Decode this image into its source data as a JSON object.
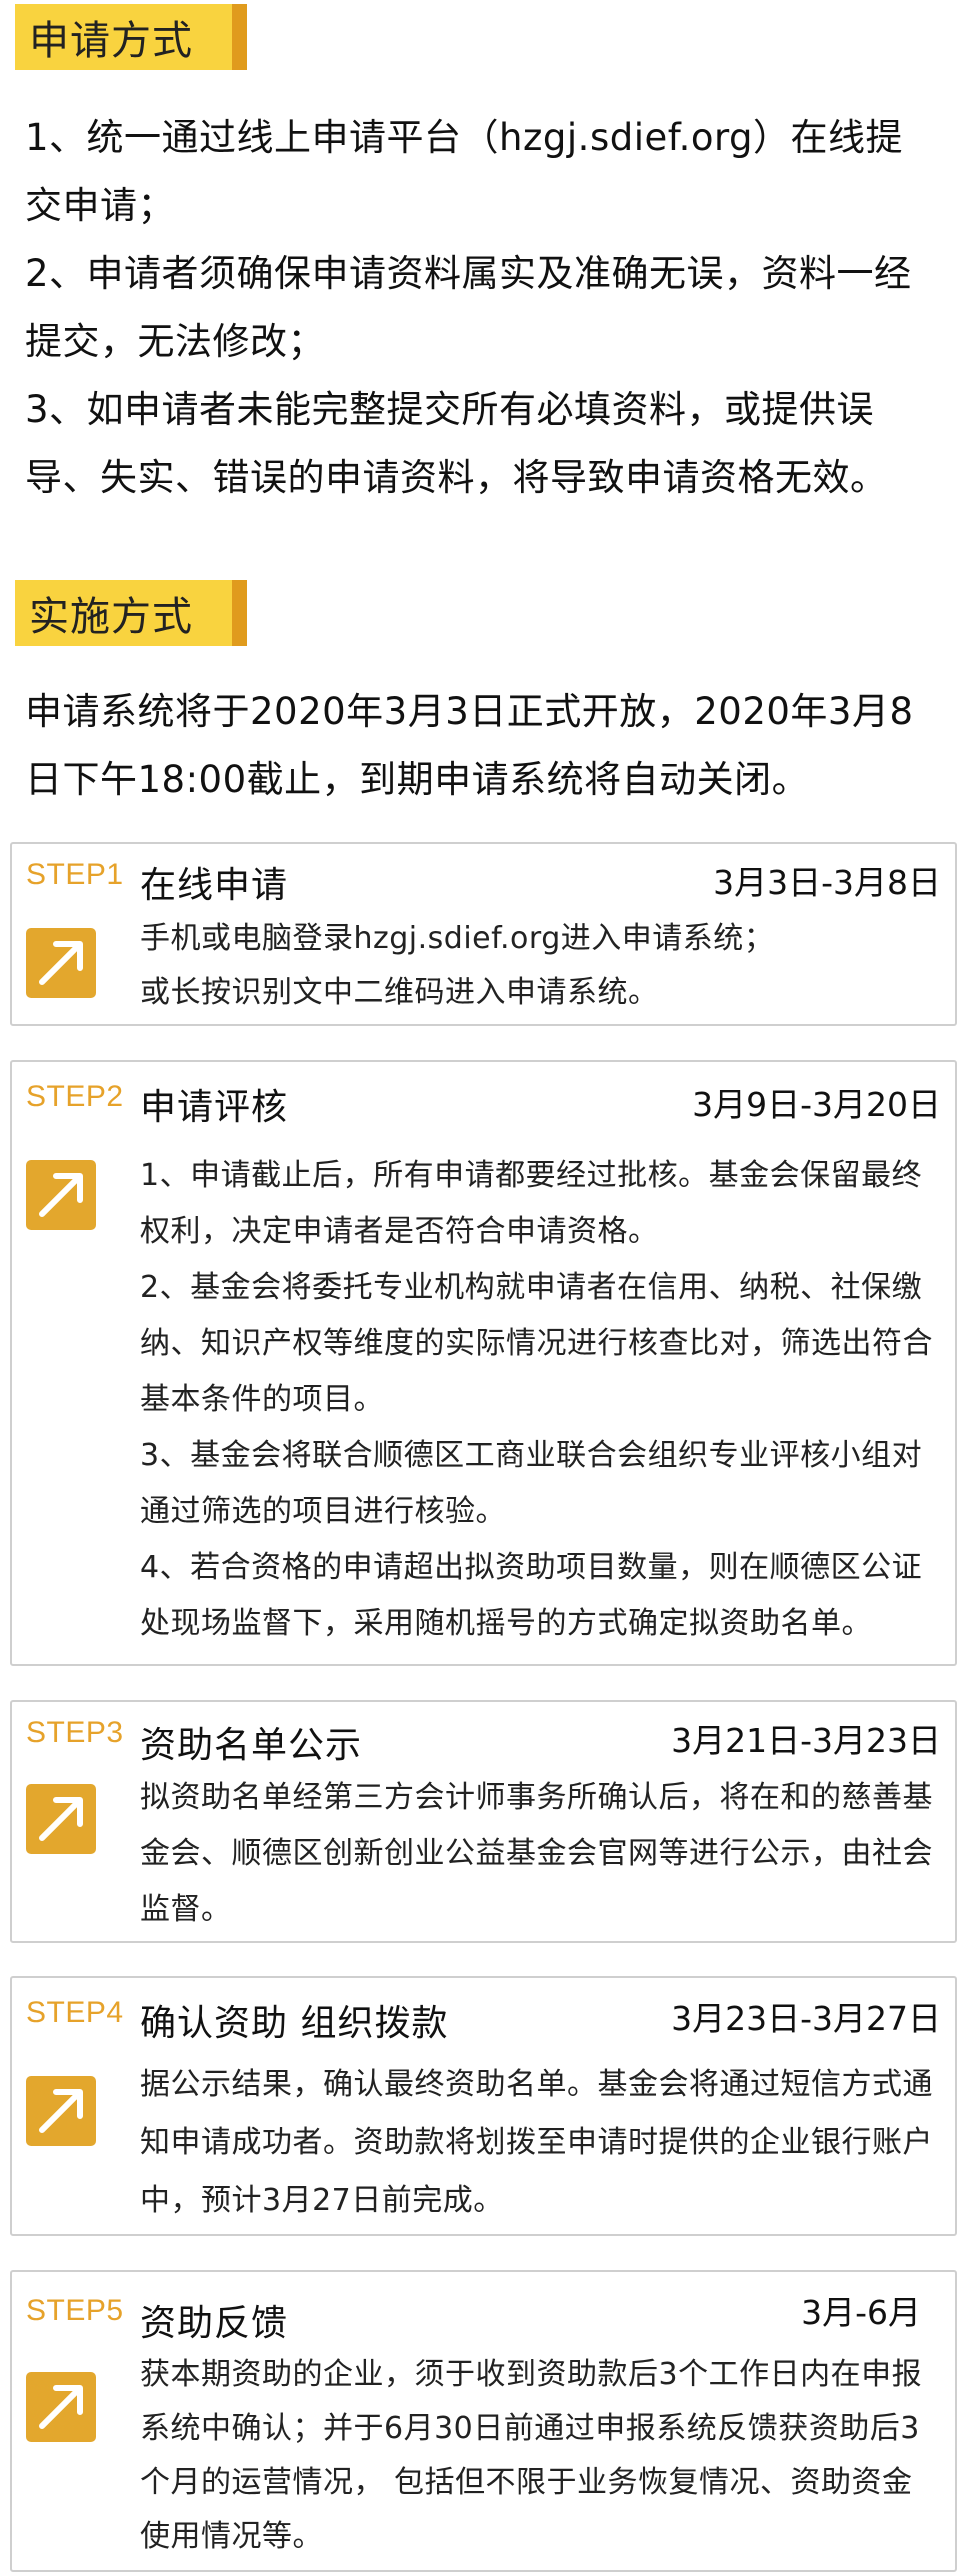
{
  "section1": {
    "title": "申请方式",
    "items": [
      "1、统一通过线上申请平台（hzgj.sdief.org）在线提交申请；",
      "2、申请者须确保申请资料属实及准确无误，资料一经提交，无法修改；",
      "3、如申请者未能完整提交所有必填资料，或提供误导、失实、错误的申请资料，将导致申请资格无效。"
    ]
  },
  "section2": {
    "title": "实施方式",
    "intro": "申请系统将于2020年3月3日正式开放，2020年3月8日下午18:00截止，到期申请系统将自动关闭。"
  },
  "steps": [
    {
      "tag": "STEP1",
      "title": "在线申请",
      "date": "3月3日-3月8日",
      "body": [
        "手机或电脑登录hzgj.sdief.org进入申请系统；",
        "或长按识别文中二维码进入申请系统。"
      ]
    },
    {
      "tag": "STEP2",
      "title": "申请评核",
      "date": "3月9日-3月20日",
      "body": [
        "1、申请截止后，所有申请都要经过批核。基金会保留最终权利，决定申请者是否符合申请资格。",
        "2、基金会将委托专业机构就申请者在信用、纳税、社保缴纳、知识产权等维度的实际情况进行核查比对，筛选出符合基本条件的项目。",
        "3、基金会将联合顺德区工商业联合会组织专业评核小组对通过筛选的项目进行核验。",
        "4、若合资格的申请超出拟资助项目数量，则在顺德区公证处现场监督下，采用随机摇号的方式确定拟资助名单。"
      ]
    },
    {
      "tag": "STEP3",
      "title": "资助名单公示",
      "date": "3月21日-3月23日",
      "body": [
        "拟资助名单经第三方会计师事务所确认后，将在和的慈善基金会、顺德区创新创业公益基金会官网等进行公示，由社会监督。"
      ]
    },
    {
      "tag": "STEP4",
      "title": "确认资助  组织拨款",
      "date": "3月23日-3月27日",
      "body": [
        "据公示结果，确认最终资助名单。基金会将通过短信方式通知申请成功者。资助款将划拨至申请时提供的企业银行账户中，预计3月27日前完成。"
      ]
    },
    {
      "tag": "STEP5",
      "title": "资助反馈",
      "date": "3月-6月",
      "body": [
        "获本期资助的企业，须于收到资助款后3个工作日内在申报系统中确认；并于6月30日前通过申报系统反馈获资助后3个月的运营情况， 包括但不限于业务恢复情况、资助资金使用情况等。"
      ]
    }
  ],
  "colors": {
    "header_bg": "#f9d33f",
    "header_bar": "#e09b1d",
    "step_tag": "#e6a22a",
    "icon_bg": "#e3a72d",
    "border": "#cfcfcf"
  },
  "icons": {
    "step_icon": "arrow-up-right-icon"
  }
}
